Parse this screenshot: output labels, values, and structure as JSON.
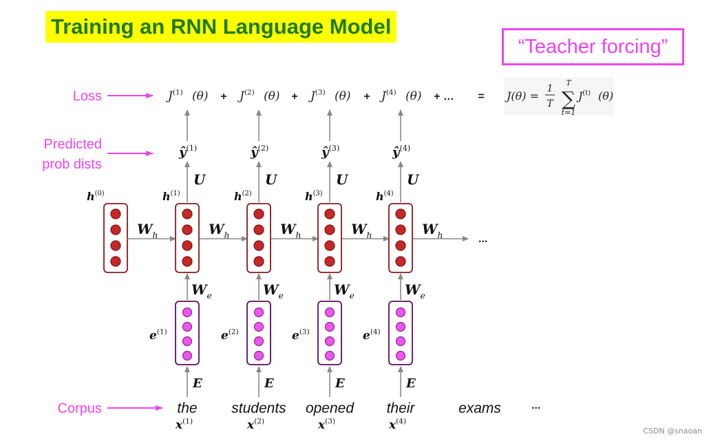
{
  "title": "Training an RNN Language Model",
  "teacher_forcing": "“Teacher forcing”",
  "row_labels": {
    "loss": "Loss",
    "predicted_line1": "Predicted",
    "predicted_line2": "prob dists",
    "corpus": "Corpus"
  },
  "loss_terms": [
    "J",
    "J",
    "J",
    "J"
  ],
  "loss_supers": [
    "(1)",
    "(2)",
    "(3)",
    "(4)"
  ],
  "loss_theta": "(θ)",
  "plus": "+",
  "plus_dots": "+ …",
  "equals": "=",
  "loss_formula": {
    "lhs": "J(θ) =",
    "frac_num": "1",
    "frac_den": "T",
    "sum_top": "T",
    "sum_symbol": "∑",
    "sum_bottom": "t=1",
    "term": "J",
    "term_super": "(t)",
    "term_arg": "(θ)"
  },
  "yhat": {
    "symbol": "ŷ",
    "supers": [
      "(1)",
      "(2)",
      "(3)",
      "(4)"
    ]
  },
  "U": "U",
  "h": {
    "symbol": "h",
    "supers": [
      "(0)",
      "(1)",
      "(2)",
      "(3)",
      "(4)"
    ]
  },
  "Wh": {
    "symbol": "W",
    "sub": "h"
  },
  "We": {
    "symbol": "W",
    "sub": "e"
  },
  "dots": "...",
  "e": {
    "symbol": "e",
    "supers": [
      "(1)",
      "(2)",
      "(3)",
      "(4)"
    ]
  },
  "E": "E",
  "words": [
    "the",
    "students",
    "opened",
    "their",
    "exams"
  ],
  "corpus_dots": "...",
  "x": {
    "symbol": "x",
    "supers": [
      "(1)",
      "(2)",
      "(3)",
      "(4)"
    ]
  },
  "watermark": "CSDN @snaoan",
  "colors": {
    "title_bg": "#ffff00",
    "title_text": "#1e7a1e",
    "pink": "#ee44ee",
    "hidden_border": "#8b1a1a",
    "hidden_dot": "#c62828",
    "embed_border": "#5a0f5a",
    "embed_dot": "#ee55ee",
    "arrow": "#888888"
  }
}
